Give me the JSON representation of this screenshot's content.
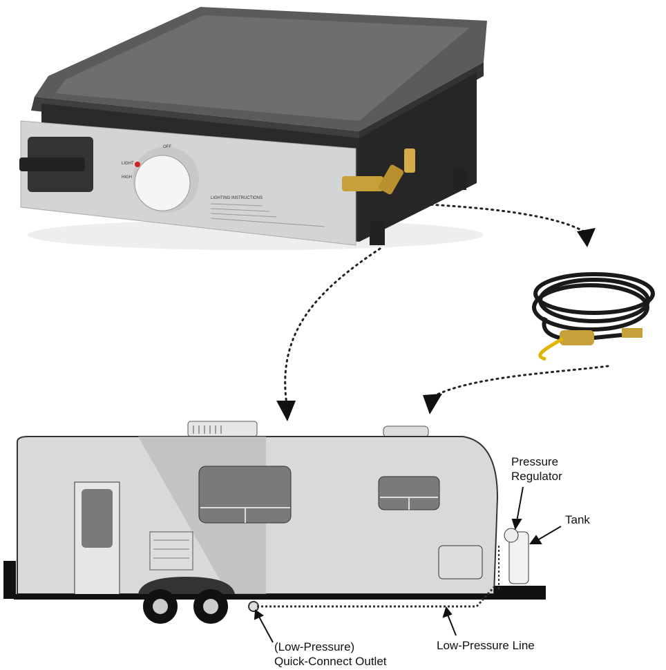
{
  "grill": {
    "dial_off": "OFF",
    "dial_light": "LIGHT",
    "dial_high": "HIGH",
    "instructions_title": "LIGHTING INSTRUCTIONS"
  },
  "labels": {
    "regulator": "Pressure Regulator",
    "regulator_line1": "Pressure",
    "regulator_line2": "Regulator",
    "tank": "Tank",
    "outlet_line1": "(Low-Pressure)",
    "outlet_line2": "Quick-Connect Outlet",
    "line": "Low-Pressure Line"
  },
  "colors": {
    "trailer": "#d9d9d9",
    "trailer_shade": "#bdbdbd",
    "window": "#7a7a7a",
    "hose": "#1a1a1a",
    "brass": "#c8a03a"
  }
}
